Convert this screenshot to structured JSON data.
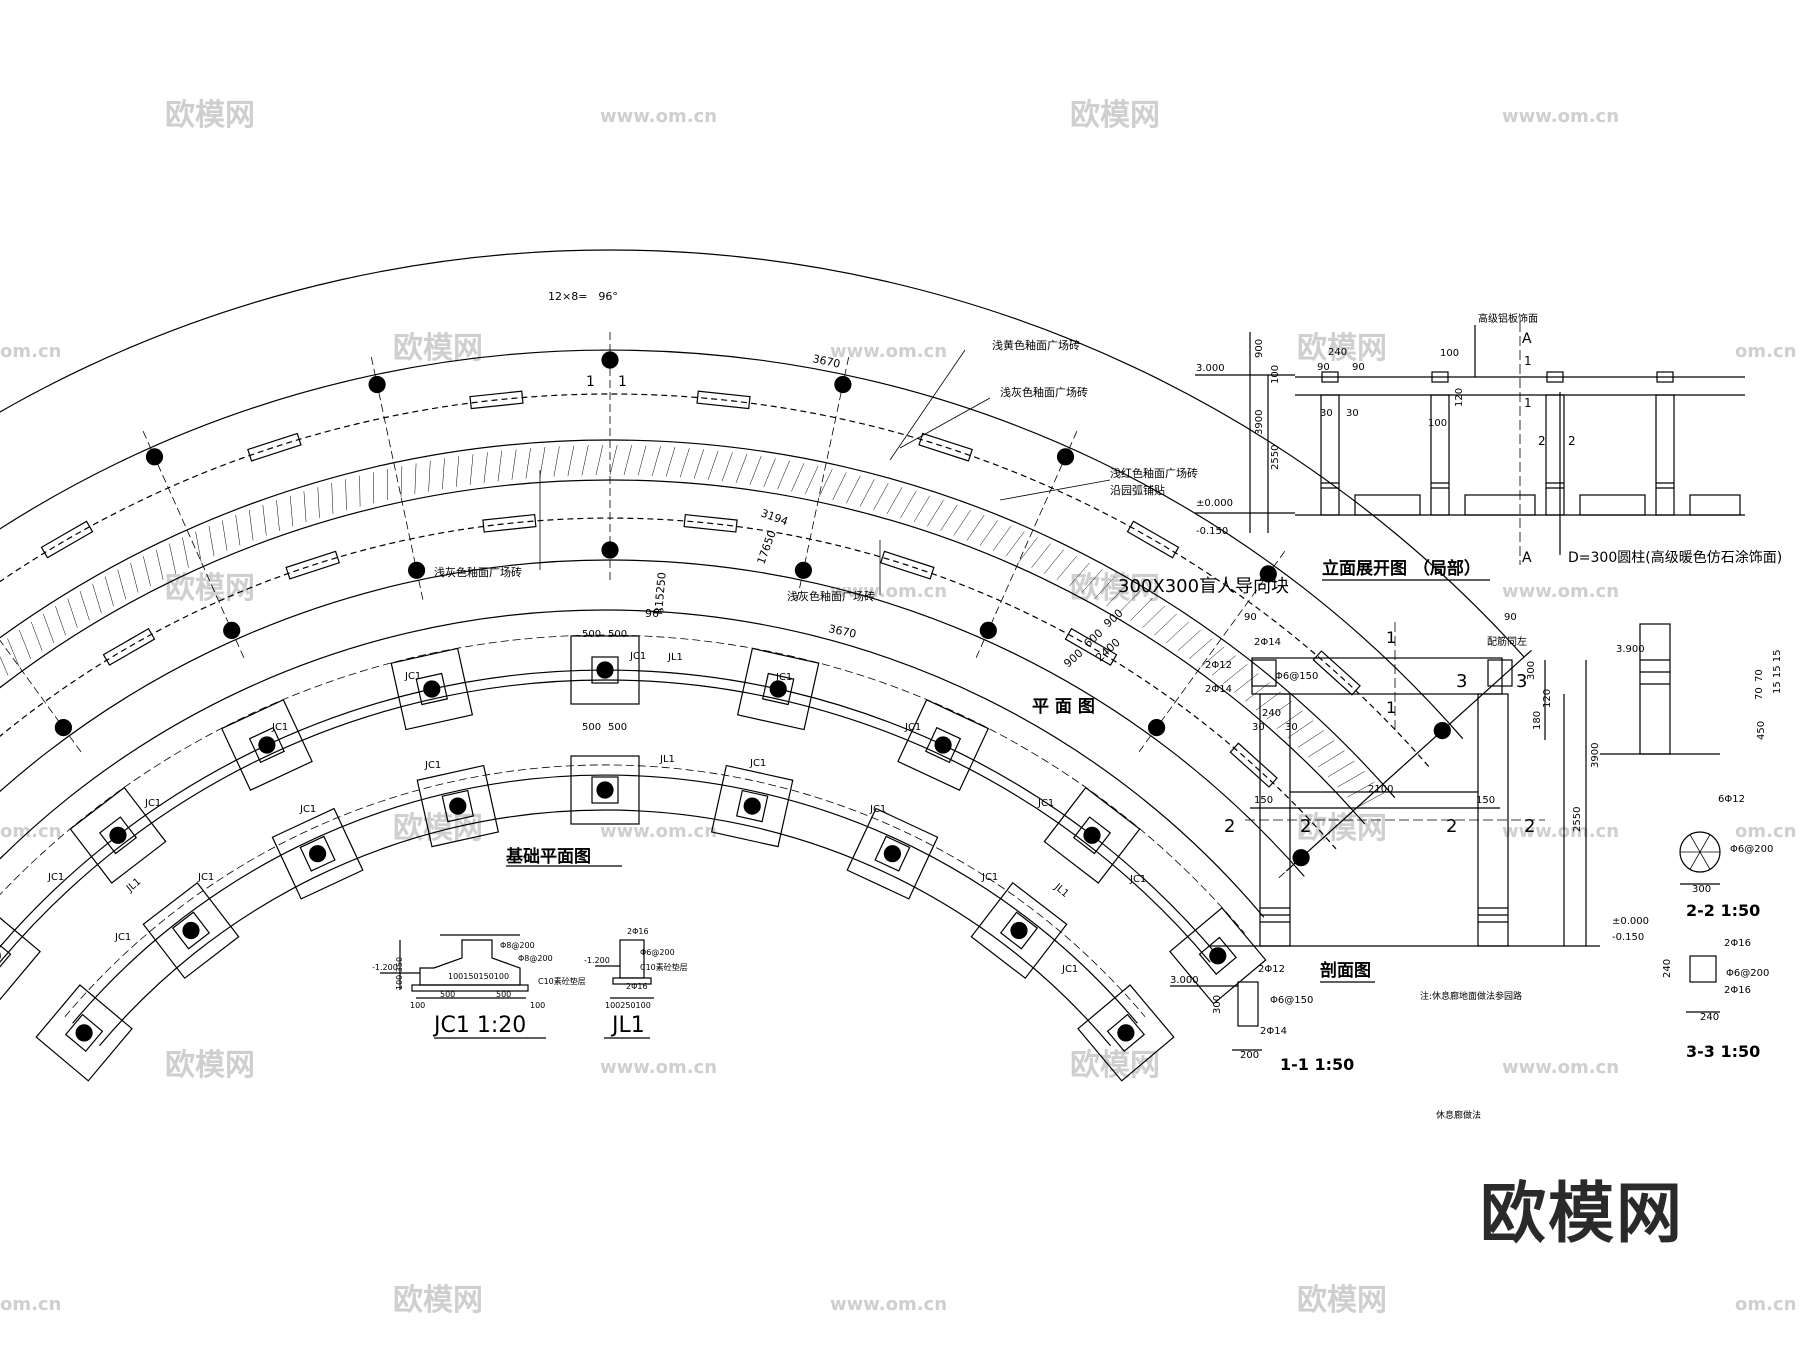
{
  "titles": {
    "plan": "平 面 图",
    "foundation": "基础平面图",
    "elevation": "立面展开图 （局部）",
    "section": "剖面图",
    "jc1": "JC1 1:20",
    "jl1": "JL1",
    "s11": "1-1 1:50",
    "s22": "2-2 1:50",
    "s33": "3-3 1:50",
    "bottom_note": "休息廊做法",
    "section_note": "注:休息廊地面做法参园路"
  },
  "plan_labels": {
    "top_dim": "12×8=　96°",
    "mid_angle": "96°",
    "light_yellow": "浅黄色釉面广场砖",
    "light_gray": "浅灰色釉面广场砖",
    "light_red_1": "浅红色釉面广场砖",
    "light_red_2": "沿园弧铺贴",
    "light_gray_left": "浅灰色釉面广场砖",
    "light_gray_mid": "浅灰色釉面广场砖",
    "blind_block": "300X300盲人导向块",
    "d3670_top": "3670",
    "d3194": "3194",
    "r17650": "17650",
    "r15250": "R15250",
    "d3670_mid": "3670",
    "d900a": "900",
    "d600": "600",
    "d900b": "900",
    "d2400": "2400",
    "sec1_left": "1",
    "sec1_right": "1"
  },
  "foundation_labels": {
    "jc1": "JC1",
    "jl1": "JL1",
    "d500": "500"
  },
  "jc1_detail": {
    "top_dims": "100150150100",
    "rebar": "Φ8@200",
    "dim_500a": "500",
    "dim_500b": "500",
    "dim_100a": "100",
    "dim_100b": "100",
    "elev": "-1.200",
    "left_dims": "100 350",
    "bottom_note": "C10素砼垫层"
  },
  "jl1_detail": {
    "top_bar": "2Φ16",
    "stirrup": "Φ6@200",
    "bottom_bar": "2Φ16",
    "bottom_dims": "100250100",
    "elev": "-1.200",
    "bottom_note": "C10素砼垫层"
  },
  "elevation_labels": {
    "title_finish": "高级铝板饰面",
    "elev_3000": "3.000",
    "elev_0000": "±0.000",
    "elev_0150": "-0.150",
    "d900": "900",
    "d100": "100",
    "d3900": "3900",
    "d2550": "2550",
    "d240": "240",
    "d90a": "90",
    "d90b": "90",
    "d30a": "30",
    "d30b": "30",
    "d100b": "100",
    "d100c": "100",
    "d120": "120",
    "cut_a": "A",
    "cut_1": "1",
    "cut_2": "2",
    "column_note": "D=300圆柱(高级暖色仿石涂饰面)"
  },
  "section_labels": {
    "d90": "90",
    "bar_2014a": "2Φ14",
    "bar_2012": "2Φ12",
    "bar_2014b": "2Φ14",
    "stirrup": "Φ6@150",
    "same_rebar": "配筋同左",
    "d240": "240",
    "d30a": "30",
    "d30b": "30",
    "d2100": "2100",
    "d150a": "150",
    "d150b": "150",
    "d300": "300",
    "d120": "120",
    "d180": "180",
    "d3900": "3900",
    "d2550": "2550",
    "elev_3900": "3.900",
    "elev_0000": "±0.000",
    "elev_0150": "-0.150",
    "cut_1": "1",
    "cut_2": "2",
    "cut_3": "3"
  },
  "detail_11": {
    "elev": "3.000",
    "bar_top": "2Φ12",
    "stirrup": "Φ6@150",
    "bar_bottom": "2Φ14",
    "d300": "300",
    "d200": "200"
  },
  "detail_22": {
    "bars": "6Φ12",
    "stirrup": "Φ6@200",
    "d300": "300",
    "d15": "15 15 15",
    "d70a": "70",
    "d70b": "70",
    "d450": "450"
  },
  "detail_33": {
    "bar_top": "2Φ16",
    "stirrup": "Φ6@200",
    "bar_bottom": "2Φ16",
    "d240a": "240",
    "d240b": "240"
  },
  "watermark": {
    "cn": "欧模网",
    "url": "www.om.cn",
    "short": "om.cn",
    "brand": "欧模网"
  }
}
